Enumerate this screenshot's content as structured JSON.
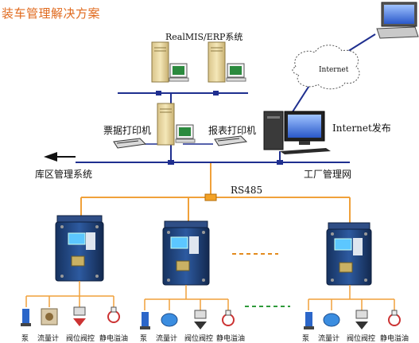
{
  "title": "装车管理解决方案",
  "labels": {
    "mis": "RealMIS/ERP系统",
    "internet_cloud": "Internet",
    "internet_pub": "Internet发布",
    "ticket_printer": "票据打印机",
    "report_printer": "报表打印机",
    "depot": "库区管理系统",
    "factory": "工厂管理网",
    "rs485": "RS485"
  },
  "devices": [
    {
      "pump": "泵",
      "flow": "流量计",
      "valve": "阀位阀控",
      "static": "静电溢油"
    },
    {
      "pump": "泵",
      "flow": "流量计",
      "valve": "阀位阀控",
      "static": "静电溢油"
    },
    {
      "pump": "泵",
      "flow": "流量计",
      "valve": "阀位阀控",
      "static": "静电溢油"
    }
  ],
  "colors": {
    "title": "#e06a1e",
    "network_line": "#1f2f8f",
    "rs485_line": "#f0a13a",
    "controller": "#1e3f7e"
  }
}
